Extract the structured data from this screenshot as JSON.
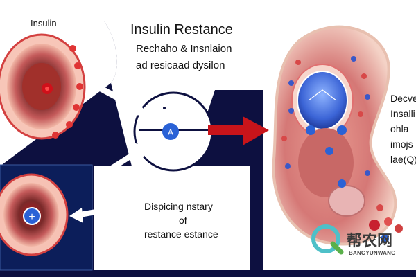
{
  "title": "Insulin Restance",
  "subtitle_line1": "Rechaho & Insnlaion",
  "subtitle_line2": "ad resicaad dysilon",
  "top_left_label": "Insulin",
  "bottom_caption_line1": "Dispicing nstary",
  "bottom_caption_line2": "of",
  "bottom_caption_line3": "restance estance",
  "side_text": [
    "Decvel",
    "Insalli",
    "ohla",
    "imojs",
    "lae(Q)"
  ],
  "watermark_text": "帮农网",
  "watermark_sub": "BANGYUNWANG",
  "colors": {
    "background": "#0d1040",
    "panel": "#ffffff",
    "arrow_red": "#c8141a",
    "accent_blue": "#2a62d6"
  }
}
